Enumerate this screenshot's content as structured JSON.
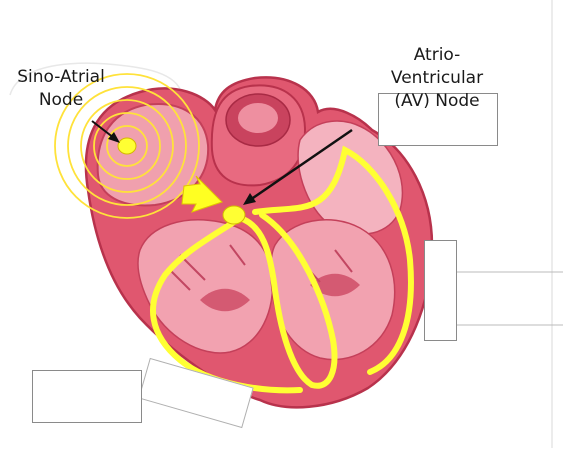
{
  "diagram": {
    "labels": {
      "sa_node": [
        "Sino-Atrial",
        "Node"
      ],
      "av_node": [
        "Atrio-",
        "Ventricular",
        "(AV) Node"
      ]
    },
    "colors": {
      "tissue": "#e0576f",
      "tissue_dark": "#b8324c",
      "tissue_light": "#f2a2b0",
      "conduction": "#ffff33",
      "arrow": "#111111"
    }
  }
}
